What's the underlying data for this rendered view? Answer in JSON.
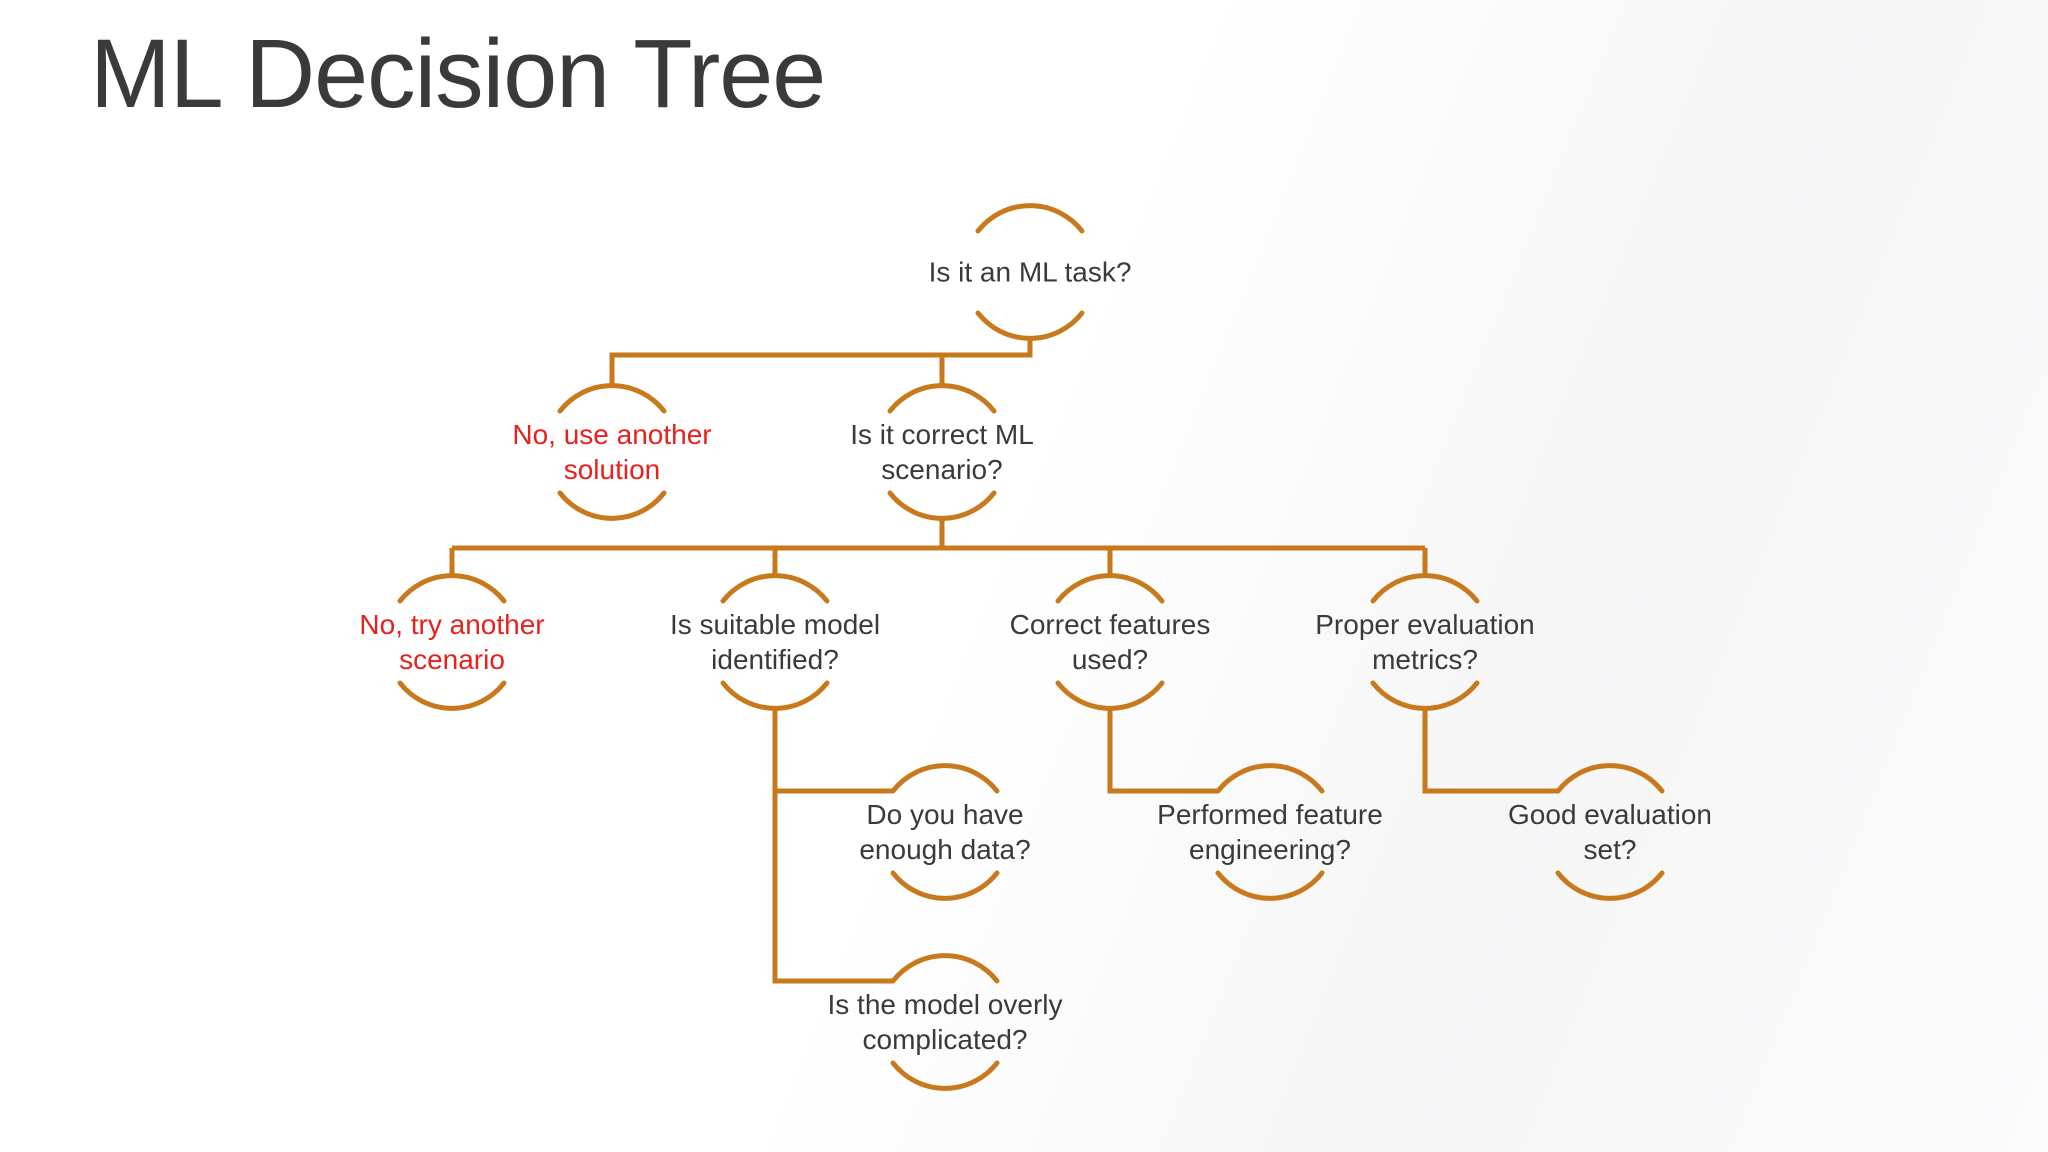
{
  "title": "ML Decision Tree",
  "colors": {
    "connector_orange": "#c7791b",
    "question_text": "#3a3a3a",
    "negative_text": "#e8211d",
    "background": "#ffffff"
  },
  "nodes": [
    {
      "name": "is-ml-task",
      "lines": [
        "Is it an ML task?"
      ],
      "emphasis": "question"
    },
    {
      "name": "no-use-another-solution",
      "lines": [
        "No, use another",
        "solution"
      ],
      "emphasis": "negative"
    },
    {
      "name": "is-correct-ml-scenario",
      "lines": [
        "Is it correct ML",
        "scenario?"
      ],
      "emphasis": "question"
    },
    {
      "name": "no-try-another-scenario",
      "lines": [
        "No, try another",
        "scenario"
      ],
      "emphasis": "negative"
    },
    {
      "name": "is-suitable-model-identified",
      "lines": [
        "Is suitable model",
        "identified?"
      ],
      "emphasis": "question"
    },
    {
      "name": "correct-features-used",
      "lines": [
        "Correct features",
        "used?"
      ],
      "emphasis": "question"
    },
    {
      "name": "proper-evaluation-metrics",
      "lines": [
        "Proper evaluation",
        "metrics?"
      ],
      "emphasis": "question"
    },
    {
      "name": "do-you-have-enough-data",
      "lines": [
        "Do you have",
        "enough data?"
      ],
      "emphasis": "question"
    },
    {
      "name": "performed-feature-engineering",
      "lines": [
        "Performed feature",
        "engineering?"
      ],
      "emphasis": "question"
    },
    {
      "name": "good-evaluation-set",
      "lines": [
        "Good evaluation",
        "set?"
      ],
      "emphasis": "question"
    },
    {
      "name": "is-model-overly-complicated",
      "lines": [
        "Is the model overly",
        "complicated?"
      ],
      "emphasis": "question"
    }
  ]
}
